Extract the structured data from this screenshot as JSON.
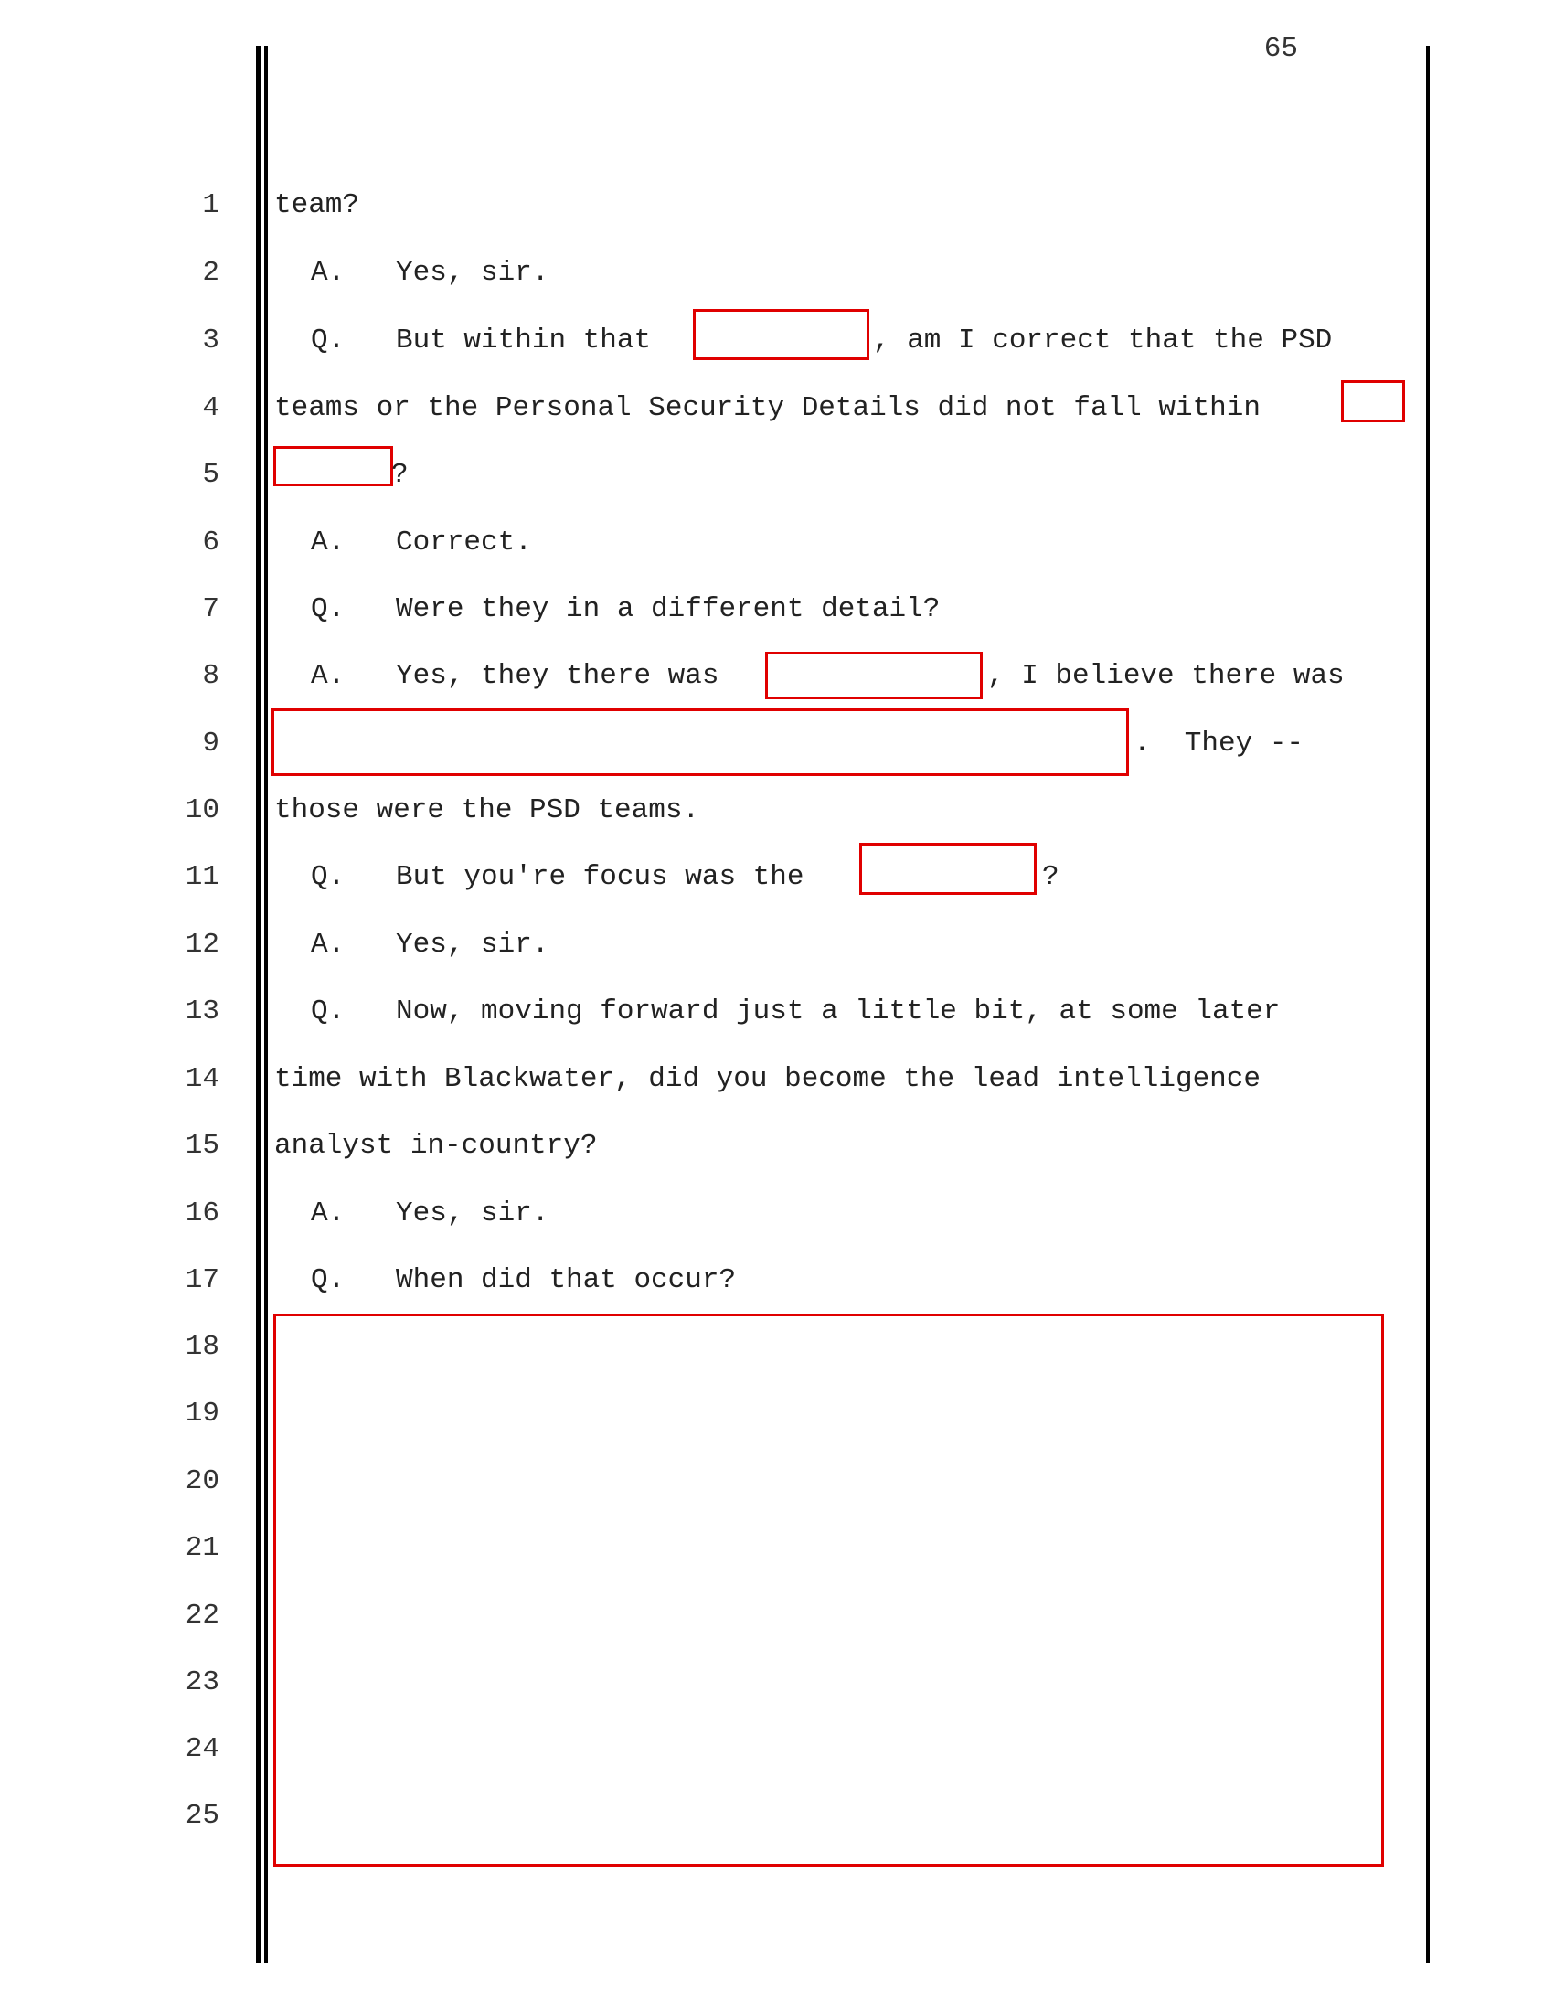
{
  "page_number": "65",
  "line_numbers": [
    "1",
    "2",
    "3",
    "4",
    "5",
    "6",
    "7",
    "8",
    "9",
    "10",
    "11",
    "12",
    "13",
    "14",
    "15",
    "16",
    "17",
    "18",
    "19",
    "20",
    "21",
    "22",
    "23",
    "24",
    "25"
  ],
  "lines": {
    "l1": "team?",
    "l2": "A.   Yes, sir.",
    "l3a": "Q.   But within that",
    "l3b": ", am I correct that the PSD",
    "l4": "teams or the Personal Security Details did not fall within",
    "l5": "?",
    "l6": "A.   Correct.",
    "l7": "Q.   Were they in a different detail?",
    "l8a": "A.   Yes, they there was",
    "l8b": ", I believe there was",
    "l9": ".  They --",
    "l10": "those were the PSD teams.",
    "l11a": "Q.   But you're focus was the",
    "l11b": "?",
    "l12": "A.   Yes, sir.",
    "l13": "Q.   Now, moving forward just a little bit, at some later",
    "l14": "time with Blackwater, did you become the lead intelligence",
    "l15": "analyst in-country?",
    "l16": "A.   Yes, sir.",
    "l17": "Q.   When did that occur?"
  },
  "colors": {
    "redaction_border": "#e00000",
    "rule": "#000000"
  }
}
